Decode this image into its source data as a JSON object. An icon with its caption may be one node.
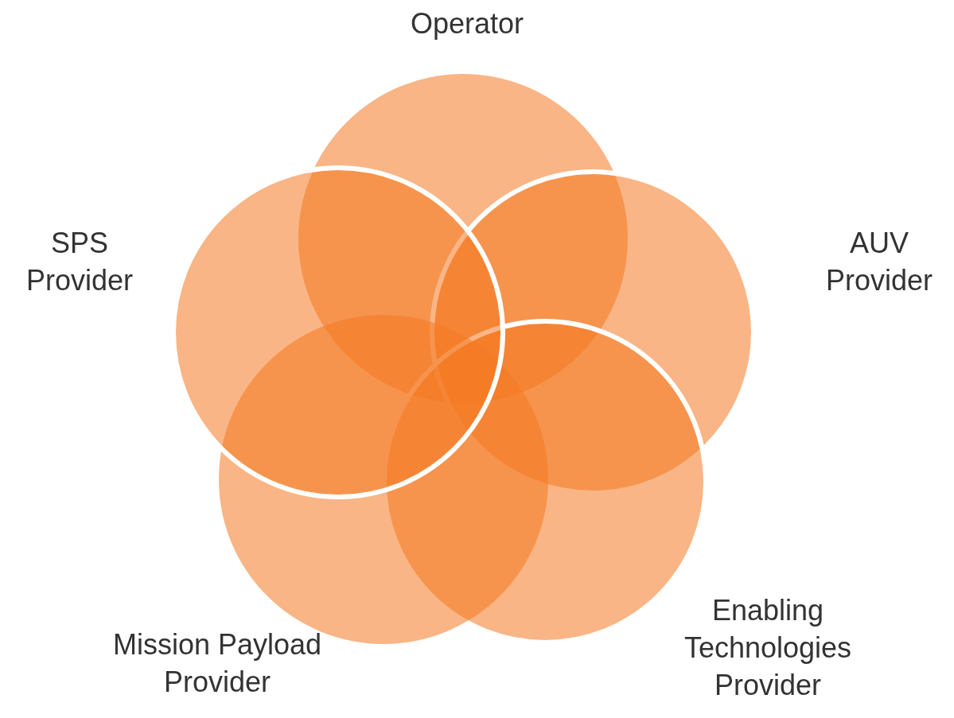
{
  "diagram": {
    "nodes": [
      {
        "text": [
          "Operator"
        ]
      },
      {
        "text": [
          "SPS Provider"
        ]
      },
      {
        "text": [
          "AUV Provider"
        ]
      },
      {
        "text": [
          "Mission Payload Provider"
        ]
      },
      {
        "text": [
          "Enabling Technologies Provider"
        ]
      }
    ]
  }
}
